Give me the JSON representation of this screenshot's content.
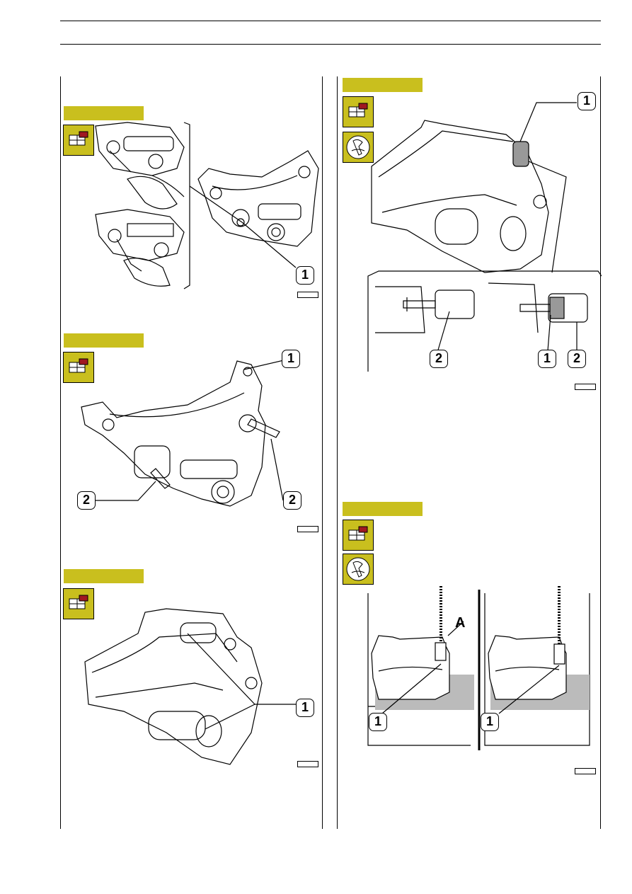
{
  "colors": {
    "tag": "#c9bf1e",
    "icon_bg": "#c9bf1e",
    "icon_accent": "#a01820",
    "rule": "#000000"
  },
  "icons": {
    "disassembly": "disassembly-icon",
    "tool": "special-tool-icon"
  },
  "callouts": {
    "fig1": [
      "1"
    ],
    "fig2": [
      "1",
      "2",
      "2"
    ],
    "fig3": [
      "1"
    ],
    "fig4": [
      "1",
      "2",
      "1",
      "2"
    ],
    "fig5": [
      "A",
      "1",
      "1"
    ]
  }
}
